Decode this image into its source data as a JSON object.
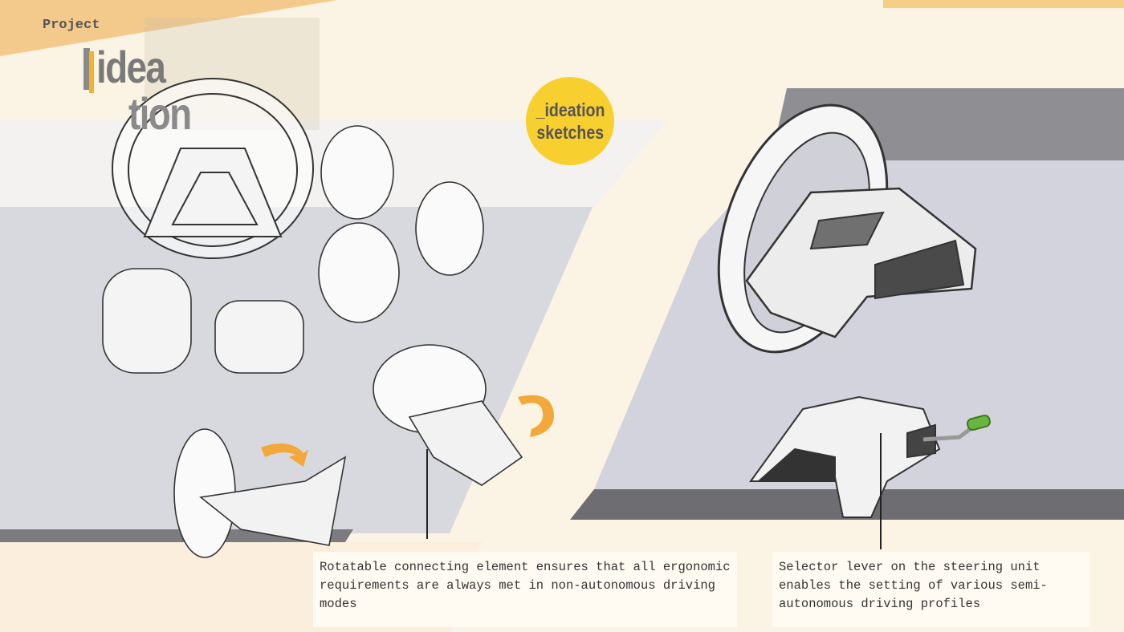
{
  "header": {
    "project_label": "Project",
    "title_line1": "idea",
    "title_line2": "tion"
  },
  "badge": {
    "line1": "_ideation",
    "line2": "sketches"
  },
  "captions": [
    {
      "text": "Rotatable connecting element ensures that all ergonomic requirements are always met in non-autonomous driving modes"
    },
    {
      "text": "Selector lever on the steering unit enables the setting of various semi-autonomous driving profiles"
    }
  ],
  "colors": {
    "accent_yellow": "#f7cf2e",
    "accent_orange": "#f2b230",
    "panel_gray": "#d6d7de",
    "dark_gray": "#6e6e72"
  }
}
